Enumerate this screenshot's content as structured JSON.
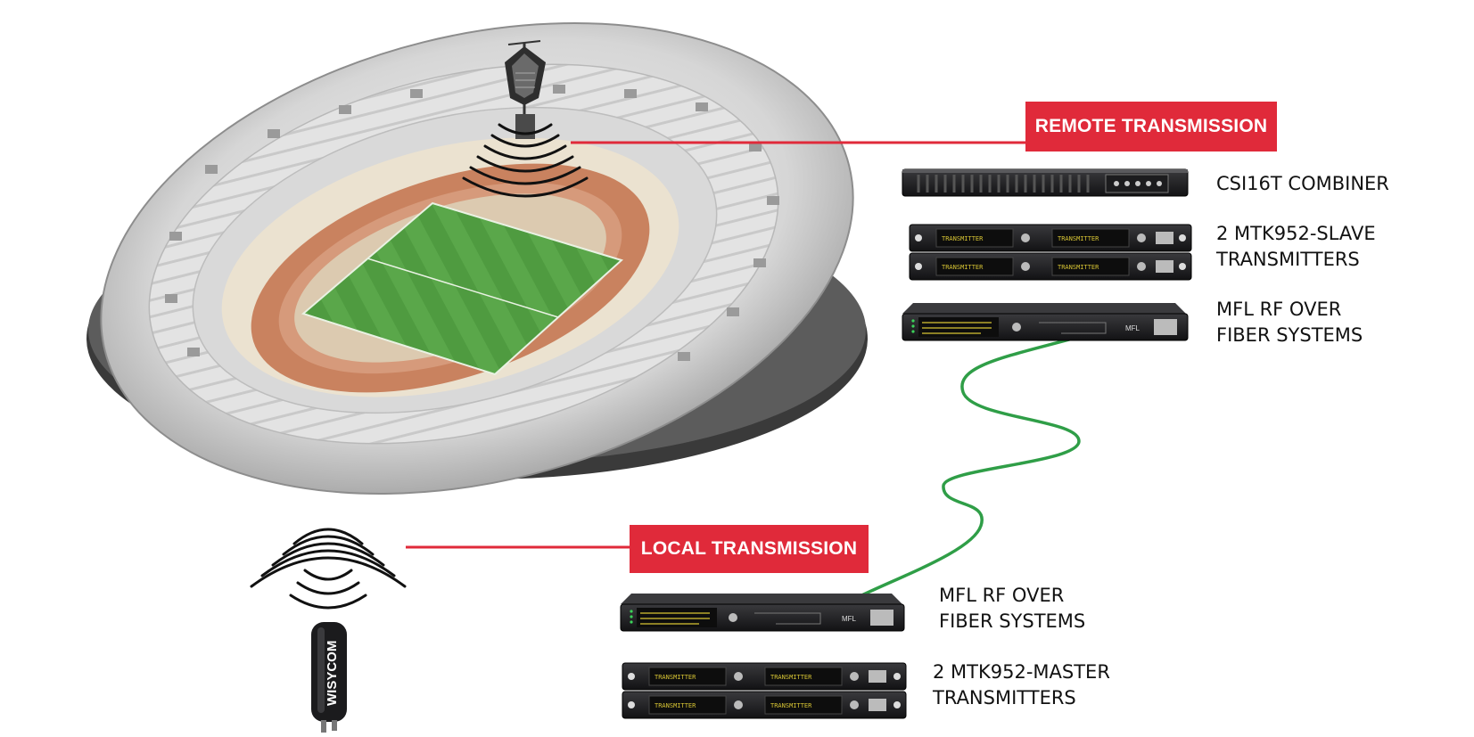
{
  "colors": {
    "accent_red": "#e02a3a",
    "fiber_green": "#2f9e47",
    "pitch_green": "#4e9a3e",
    "track_red": "#c9825f",
    "rack_dark": "#202022",
    "display_yellow": "#d8c534"
  },
  "badges": {
    "remote": "REMOTE TRANSMISSION",
    "local": "LOCAL TRANSMISSION"
  },
  "labels": {
    "combiner": [
      "CSI16T COMBINER"
    ],
    "slave": [
      "2 MTK952-SLAVE",
      "TRANSMITTERS"
    ],
    "mfl_top": [
      "MFL RF OVER",
      "FIBER SYSTEMS"
    ],
    "mfl_bottom": [
      "MFL RF OVER",
      "FIBER SYSTEMS"
    ],
    "master": [
      "2 MTK952-MASTER",
      "TRANSMITTERS"
    ]
  },
  "device_text": {
    "handset_brand": "WISYCOM",
    "transmitter_display": "TRANSMITTER",
    "mfl_badge": "MFL"
  },
  "icons": [
    "antenna-icon",
    "signal-waves-icon",
    "wireless-handset-icon",
    "rack-unit-icon"
  ]
}
